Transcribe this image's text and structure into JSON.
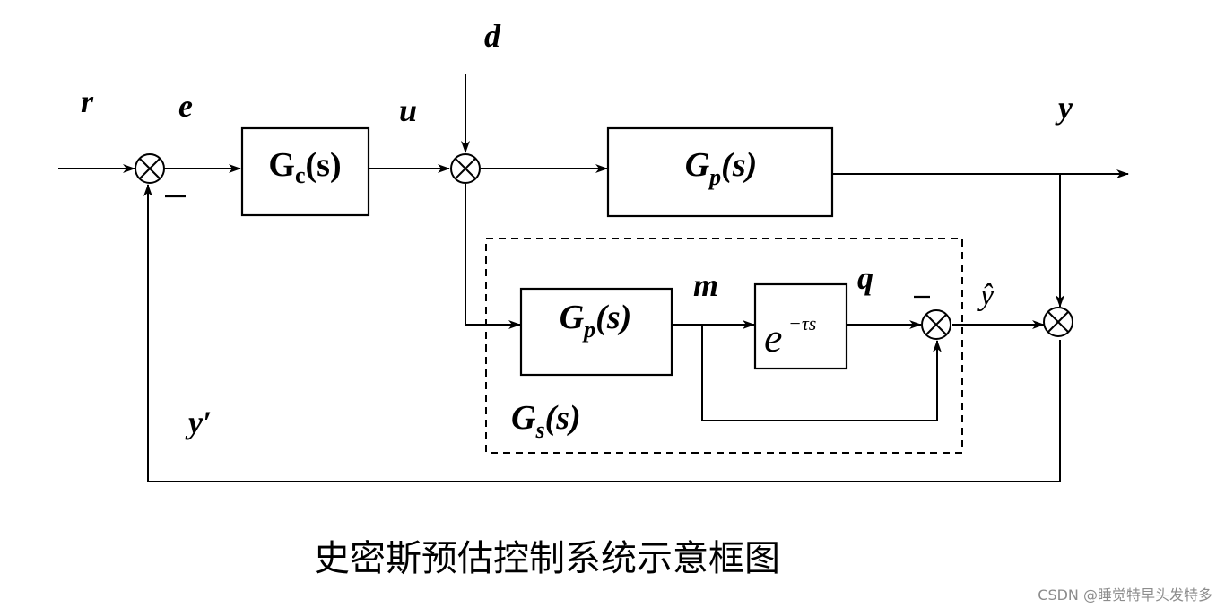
{
  "diagram": {
    "title": "Smith predictor control system block diagram",
    "signals": {
      "reference": "r",
      "error": "e",
      "control": "u",
      "disturbance": "d",
      "output": "y",
      "model_output": "m",
      "delayed_model_output": "q",
      "prediction": "ŷ",
      "feedback": "y′"
    },
    "blocks": {
      "controller": {
        "main": "G",
        "sub": "c",
        "tail": "(s)"
      },
      "plant": {
        "main": "G",
        "sub": "p",
        "tail": "(s)"
      },
      "model": {
        "main": "G",
        "sub": "p",
        "tail": "(s)"
      },
      "delay": {
        "base": "e",
        "exponent": "−τs"
      },
      "compensator": {
        "main": "G",
        "sub": "s",
        "tail": "(s)"
      }
    },
    "sign_labels": {
      "summer1_negative": "−",
      "summer3_negative": "−"
    },
    "edges": [
      {
        "from": "r",
        "to": "summer1",
        "sign": "+"
      },
      {
        "from": "summer1",
        "to": "controller",
        "label": "e"
      },
      {
        "from": "controller",
        "to": "summer2",
        "label": "u"
      },
      {
        "from": "d",
        "to": "summer2",
        "sign": "+"
      },
      {
        "from": "summer2",
        "to": "plant"
      },
      {
        "from": "plant",
        "to": "output",
        "label": "y"
      },
      {
        "from": "summer2",
        "to": "model"
      },
      {
        "from": "model",
        "to": "delay",
        "label": "m"
      },
      {
        "from": "delay",
        "to": "summer3",
        "label": "q",
        "sign": "−"
      },
      {
        "from": "model",
        "to": "summer3",
        "sign": "+"
      },
      {
        "from": "summer3",
        "to": "summer4",
        "label": "ŷ"
      },
      {
        "from": "plant",
        "to": "summer4"
      },
      {
        "from": "summer4",
        "to": "summer1",
        "label": "y′",
        "sign": "−"
      }
    ]
  },
  "caption": "史密斯预估控制系统示意框图",
  "watermark": "CSDN @睡觉特早头发特多"
}
